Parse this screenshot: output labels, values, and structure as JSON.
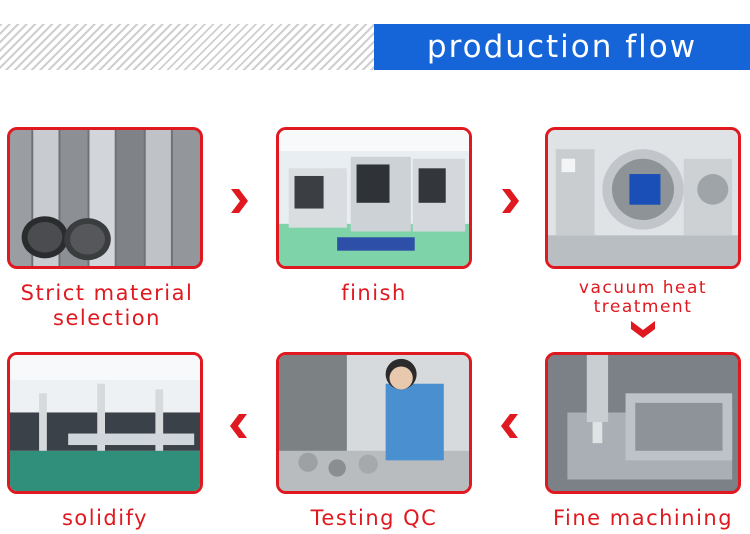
{
  "header": {
    "title": "production flow"
  },
  "steps": [
    {
      "label_line1": "Strict material",
      "label_line2": "selection"
    },
    {
      "label": "finish"
    },
    {
      "label_line1": "vacuum heat",
      "label_line2": "treatment"
    },
    {
      "label": "Fine machining"
    },
    {
      "label": "Testing QC"
    },
    {
      "label": "solidify"
    }
  ],
  "icons": [
    "chevron-right-icon",
    "chevron-down-icon",
    "chevron-left-icon"
  ],
  "colors": {
    "accent": "#e0181f",
    "header_bg": "#1565d8"
  }
}
